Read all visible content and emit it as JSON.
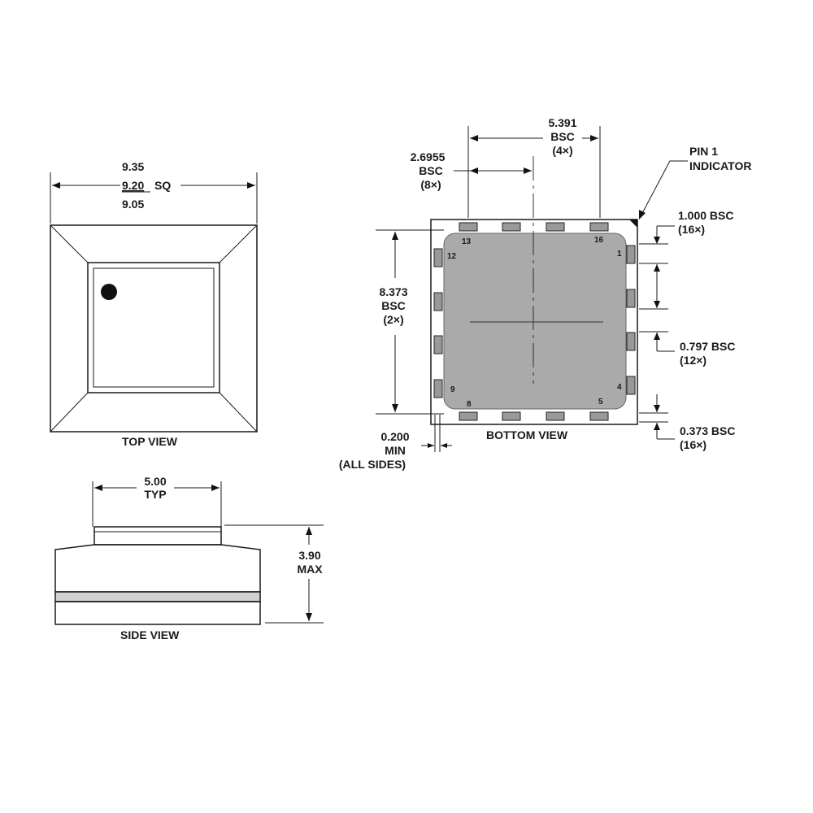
{
  "top_view": {
    "title": "TOP VIEW",
    "dim_max": "9.35",
    "dim_nom": "9.20",
    "dim_sq": "SQ",
    "dim_min": "9.05"
  },
  "side_view": {
    "title": "SIDE VIEW",
    "width_value": "5.00",
    "width_note": "TYP",
    "height_value": "3.90",
    "height_note": "MAX"
  },
  "bottom_view": {
    "title": "BOTTOM VIEW",
    "pin1_line1": "PIN 1",
    "pin1_line2": "INDICATOR",
    "dim_5391": {
      "value": "5.391",
      "note": "BSC",
      "count": "(4×)"
    },
    "dim_26955": {
      "value": "2.6955",
      "note": "BSC",
      "count": "(8×)"
    },
    "dim_8373": {
      "value": "8.373",
      "note": "BSC",
      "count": "(2×)"
    },
    "dim_1000": {
      "value": "1.000 BSC",
      "count": "(16×)"
    },
    "dim_0797": {
      "value": "0.797 BSC",
      "count": "(12×)"
    },
    "dim_0373": {
      "value": "0.373 BSC",
      "count": "(16×)"
    },
    "dim_0200": {
      "value": "0.200",
      "note": "MIN",
      "sides": "(ALL SIDES)"
    },
    "pin_labels": {
      "p1": "1",
      "p4": "4",
      "p5": "5",
      "p8": "8",
      "p9": "9",
      "p12": "12",
      "p13": "13",
      "p16": "16"
    }
  }
}
